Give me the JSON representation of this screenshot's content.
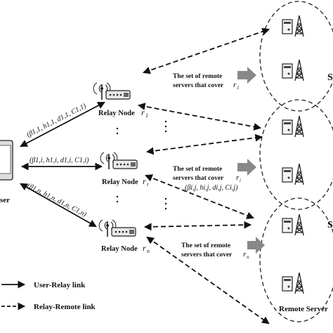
{
  "user": {
    "label": "ser"
  },
  "relays": [
    {
      "label": "Relay Node",
      "symbol": "r",
      "sub": "1"
    },
    {
      "label": "Relay Node",
      "symbol": "r",
      "sub": "i"
    },
    {
      "label": "Relay Node",
      "symbol": "r",
      "sub": "n"
    }
  ],
  "server_notes": [
    {
      "line1": "The set of remote",
      "line2": "servers that cover",
      "symbol": "r",
      "sub": "1"
    },
    {
      "line1": "The set of remote",
      "line2": "servers that cover",
      "symbol": "r",
      "sub": "i"
    },
    {
      "line1": "The set of remote",
      "line2": "servers that cover",
      "symbol": "r",
      "sub": "n"
    }
  ],
  "link_params": [
    {
      "text": "(β1,1, h1,1, d1,1, C1,1)"
    },
    {
      "text": "(β1,i, h1,i, d1,i, C1,i)"
    },
    {
      "text": "(β1,n, h1,n, d1,n, C1,n)"
    },
    {
      "text": "(βi,j, hi,j, di,j, Ci,j)"
    }
  ],
  "server_label": "Remote Server",
  "edge_letters": [
    "S",
    "S"
  ],
  "legend": {
    "user_relay": "User-Relay link",
    "relay_remote": "Relay-Remote link"
  }
}
